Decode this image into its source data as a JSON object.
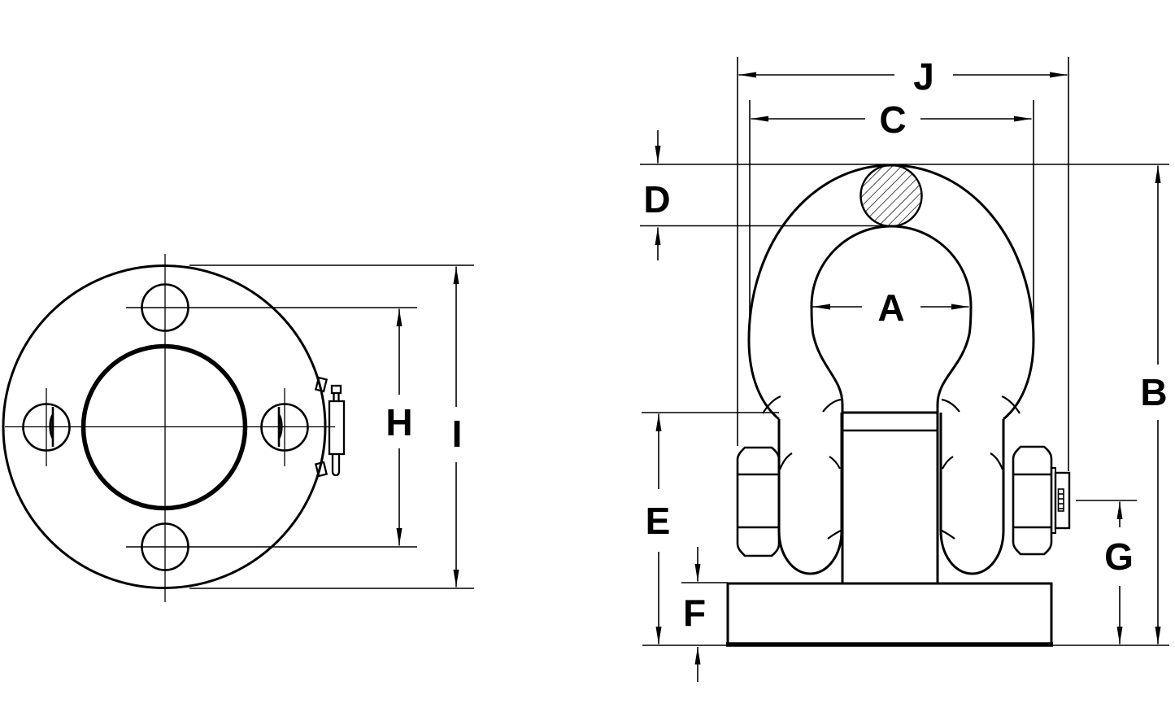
{
  "figure": {
    "type": "engineering-dimension-drawing",
    "background_color": "#ffffff",
    "line_color": "#000000",
    "front_view": {
      "name": "flange-front-view",
      "dimension_labels": [
        "H",
        "I"
      ]
    },
    "side_view": {
      "name": "shackle-side-view",
      "dimension_labels": [
        "A",
        "B",
        "C",
        "D",
        "E",
        "F",
        "G",
        "J"
      ]
    }
  },
  "dimensions": {
    "A": "A",
    "B": "B",
    "C": "C",
    "D": "D",
    "E": "E",
    "F": "F",
    "G": "G",
    "H": "H",
    "I": "I",
    "J": "J"
  }
}
